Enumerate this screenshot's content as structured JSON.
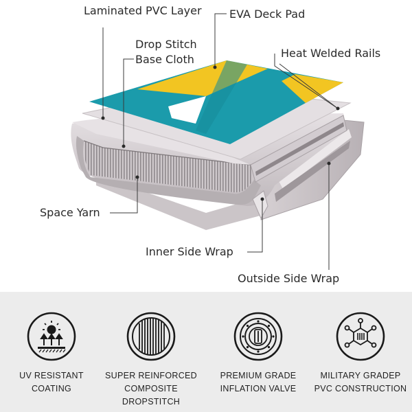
{
  "labels": {
    "laminated_pvc": "Laminated PVC Layer",
    "eva_deck": "EVA Deck Pad",
    "drop_stitch_1": "Drop Stitch",
    "drop_stitch_2": "Base Cloth",
    "heat_welded": "Heat Welded Rails",
    "space_yarn": "Space Yarn",
    "inner_wrap": "Inner Side Wrap",
    "outside_wrap": "Outside Side Wrap"
  },
  "features": [
    {
      "line1": "UV RESISTANT",
      "line2": "COATING",
      "icon": "sun-uv-icon"
    },
    {
      "line1": "SUPER REINFORCED",
      "line2": "COMPOSITE DROPSTITCH",
      "icon": "dropstitch-icon"
    },
    {
      "line1": "PREMIUM GRADE",
      "line2": "INFLATION VALVE",
      "icon": "valve-icon"
    },
    {
      "line1": "MILITARY GRADEP",
      "line2": "PVC CONSTRUCTION",
      "icon": "molecule-icon"
    }
  ],
  "colors": {
    "teal": "#1a98a8",
    "yellow": "#f2c522",
    "pvc_gray": "#d9d3d6",
    "panel_bg": "#ececec"
  }
}
